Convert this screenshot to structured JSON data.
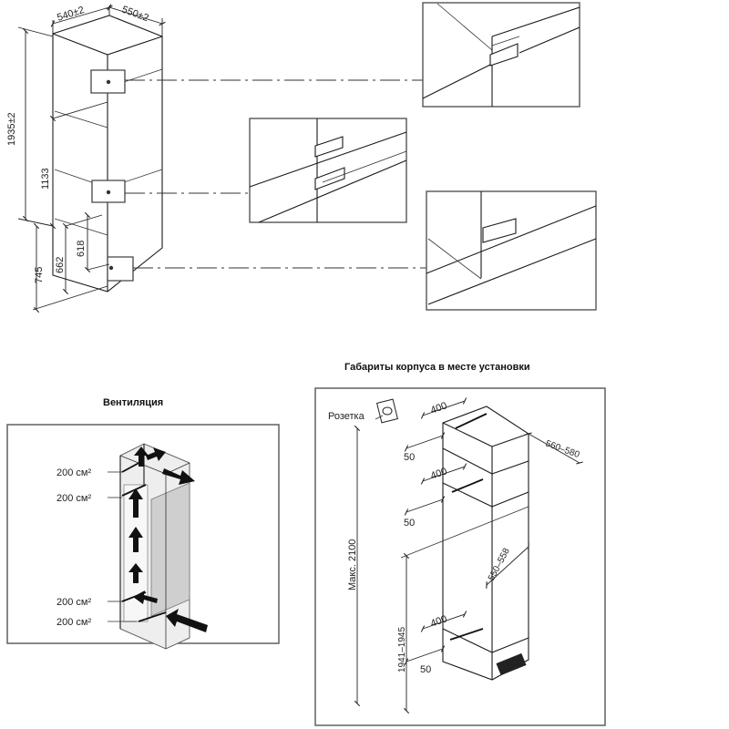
{
  "dimensions": {
    "depth_top": "540±2",
    "width_top": "550±2",
    "total_height": "1935±2",
    "height_upper_hinge": "1133",
    "height_bottom_left": "745",
    "height_bottom_mid": "662",
    "height_bottom_inner": "618"
  },
  "ventilation": {
    "title": "Вентиляция",
    "area_labels": [
      "200 см²",
      "200 см²",
      "200 см²",
      "200 см²"
    ]
  },
  "cabinet": {
    "title": "Габариты корпуса в месте установки",
    "socket_label": "Розетка",
    "opening_width": [
      "400",
      "400",
      "400"
    ],
    "gap": [
      "50",
      "50",
      "50"
    ],
    "outer_depth": "560–580",
    "inner_width": "550–558",
    "max_height": "Макс. 2100",
    "niche_height": "1941–1945"
  },
  "icons": {
    "socket": "socket-icon",
    "airflow": "airflow-arrow-icon"
  }
}
